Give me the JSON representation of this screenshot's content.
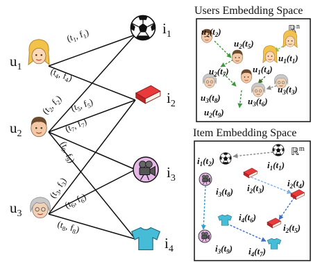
{
  "users": {
    "u1": {
      "base": "u",
      "sub": "1"
    },
    "u2": {
      "base": "u",
      "sub": "2"
    },
    "u3": {
      "base": "u",
      "sub": "3"
    }
  },
  "items": {
    "i1": {
      "base": "i",
      "sub": "1",
      "icon": "soccer-ball"
    },
    "i2": {
      "base": "i",
      "sub": "2",
      "icon": "book"
    },
    "i3": {
      "base": "i",
      "sub": "3",
      "icon": "film-camera"
    },
    "i4": {
      "base": "i",
      "sub": "4",
      "icon": "t-shirt"
    }
  },
  "edges": [
    {
      "from": "u1",
      "to": "i1",
      "t": "t",
      "ts": "1",
      "f": "f",
      "fs": "1"
    },
    {
      "from": "u1",
      "to": "i2",
      "t": "t",
      "ts": "4",
      "f": "f",
      "fs": "4"
    },
    {
      "from": "u2",
      "to": "i1",
      "t": "t",
      "ts": "2",
      "f": "f",
      "fs": "2"
    },
    {
      "from": "u2",
      "to": "i2",
      "t": "t",
      "ts": "5",
      "f": "f",
      "fs": "5"
    },
    {
      "from": "u2",
      "to": "i3",
      "t": "t",
      "ts": "7",
      "f": "f",
      "fs": "7"
    },
    {
      "from": "u2",
      "to": "i4",
      "t": "t",
      "ts": "9",
      "f": "f",
      "fs": "9"
    },
    {
      "from": "u3",
      "to": "i2",
      "t": "t",
      "ts": "3",
      "f": "f",
      "fs": "3"
    },
    {
      "from": "u3",
      "to": "i3",
      "t": "t",
      "ts": "6",
      "f": "f",
      "fs": "6"
    },
    {
      "from": "u3",
      "to": "i4",
      "t": "t",
      "ts": "8",
      "f": "f",
      "fs": "8"
    }
  ],
  "user_space": {
    "title": "Users Embedding Space",
    "space": "ℝ",
    "dim": "n",
    "labels": [
      {
        "u": "u",
        "us": "2",
        "t": "t",
        "ts": "2"
      },
      {
        "u": "u",
        "us": "2",
        "t": "t",
        "ts": "5"
      },
      {
        "u": "u",
        "us": "1",
        "t": "t",
        "ts": "1"
      },
      {
        "u": "u",
        "us": "2",
        "t": "t",
        "ts": "7"
      },
      {
        "u": "u",
        "us": "1",
        "t": "t",
        "ts": "4"
      },
      {
        "u": "u",
        "us": "3",
        "t": "t",
        "ts": "8"
      },
      {
        "u": "u",
        "us": "3",
        "t": "t",
        "ts": "3"
      },
      {
        "u": "u",
        "us": "3",
        "t": "t",
        "ts": "6"
      },
      {
        "u": "u",
        "us": "2",
        "t": "t",
        "ts": "9"
      }
    ]
  },
  "item_space": {
    "title": "Item Embedding Space",
    "space": "ℝ",
    "dim": "m",
    "labels": [
      {
        "u": "i",
        "us": "1",
        "t": "t",
        "ts": "2"
      },
      {
        "u": "i",
        "us": "1",
        "t": "t",
        "ts": "1"
      },
      {
        "u": "i",
        "us": "2",
        "t": "t",
        "ts": "3"
      },
      {
        "u": "i",
        "us": "3",
        "t": "t",
        "ts": "8"
      },
      {
        "u": "i",
        "us": "2",
        "t": "t",
        "ts": "4"
      },
      {
        "u": "i",
        "us": "4",
        "t": "t",
        "ts": "6"
      },
      {
        "u": "i",
        "us": "2",
        "t": "t",
        "ts": "5"
      },
      {
        "u": "i",
        "us": "3",
        "t": "t",
        "ts": "9"
      },
      {
        "u": "i",
        "us": "4",
        "t": "t",
        "ts": "7"
      }
    ]
  },
  "colors": {
    "green": "#3c9a3c",
    "lightgreen": "#86c64a",
    "darkgreen": "#3c6e2a",
    "gray": "#8a8a8a",
    "blue": "#3c6fc2",
    "lightblue": "#7faee6",
    "teal": "#2e9fd0"
  }
}
